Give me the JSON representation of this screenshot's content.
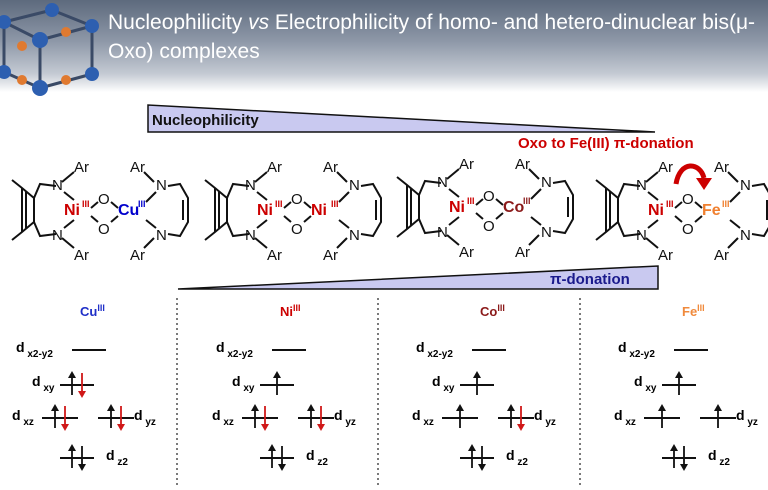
{
  "header": {
    "title_part1": "Nucleophilicity ",
    "title_vs": "vs",
    "title_part2": " Electrophilicity of homo- and hetero-dinuclear bis(μ-Oxo) complexes"
  },
  "wedges": {
    "top_label": "Nucleophilicity",
    "bottom_label": "π-donation",
    "annotation": "Oxo to Fe(III) π-donation"
  },
  "labels": {
    "ar": "Ar",
    "oxo": "O",
    "nitrogen": "N",
    "oxidation_state": "III",
    "d_prefix": "d"
  },
  "complexes": [
    {
      "left_metal": "Ni",
      "right_metal": "Cu",
      "left_color": "#cc0000",
      "right_color": "#0000cc"
    },
    {
      "left_metal": "Ni",
      "right_metal": "Ni",
      "left_color": "#cc0000",
      "right_color": "#cc0000"
    },
    {
      "left_metal": "Ni",
      "right_metal": "Co",
      "left_color": "#cc0000",
      "right_color": "#8b1a1a"
    },
    {
      "left_metal": "Ni",
      "right_metal": "Fe",
      "left_color": "#cc0000",
      "right_color": "#f08030"
    }
  ],
  "columns": [
    {
      "metal": "Cu",
      "color": "#1f2fc8",
      "dxy": [
        "up",
        "down-red"
      ],
      "dxz": [
        "up",
        "down-red"
      ],
      "dyz": [
        "up",
        "down-red"
      ],
      "dz2": [
        "up",
        "down"
      ]
    },
    {
      "metal": "Ni",
      "color": "#cc0000",
      "dxy": [
        "up"
      ],
      "dxz": [
        "up",
        "down-red"
      ],
      "dyz": [
        "up",
        "down-red"
      ],
      "dz2": [
        "up",
        "down"
      ]
    },
    {
      "metal": "Co",
      "color": "#8b1a1a",
      "dxy": [
        "up"
      ],
      "dxz": [
        "up"
      ],
      "dyz": [
        "up",
        "down-red"
      ],
      "dz2": [
        "up",
        "down"
      ]
    },
    {
      "metal": "Fe",
      "color": "#f08a3c",
      "dxy": [
        "up"
      ],
      "dxz": [
        "up"
      ],
      "dyz": [
        "up"
      ],
      "dz2": [
        "up",
        "down"
      ]
    }
  ],
  "orbital_labels": {
    "x2y2_sub": "x2-y2",
    "xy_sub": "xy",
    "xz_sub": "xz",
    "yz_sub": "yz",
    "z2_sub": "z2"
  },
  "colors": {
    "wedge_fill": "#c9c9f0",
    "annotation_red": "#cc0000",
    "pi_label_blue": "#1a1a8c"
  }
}
